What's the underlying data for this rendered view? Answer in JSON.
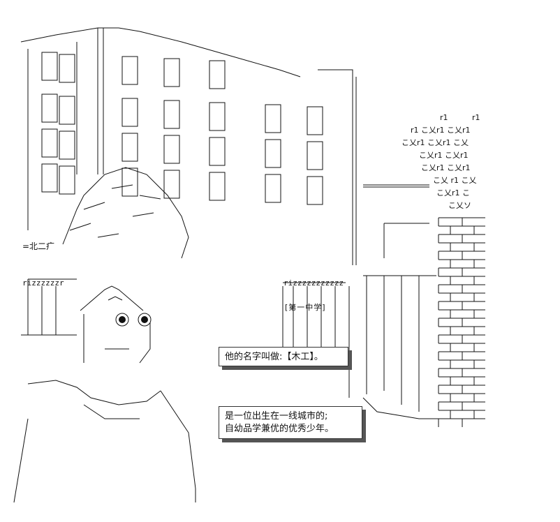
{
  "school_sign": "[第一中学]",
  "caption_1": "他的名字叫做:【木工】。",
  "caption_2_line1": "是一位出生在一线城市的;",
  "caption_2_line2": "自幼品学兼优的优秀少年。",
  "storefront_text": "=北二疒",
  "shop_left": "rizzzzzzr",
  "shop_right": "rizzzzzzzzzzz",
  "tree_glyphs": [
    "r1",
    "r1",
    "r1 こ乂r1 こ乂r1",
    "こ乂r1 こ乂r1 こ乂",
    "こ乂r1 こ乂r1",
    "こ乂r1 こ乂r1",
    "こ乂 r1 こ乂",
    "こ乂r1 こ",
    "こ乂ソ"
  ],
  "colors": {
    "ink": "#111111",
    "background": "#ffffff"
  }
}
